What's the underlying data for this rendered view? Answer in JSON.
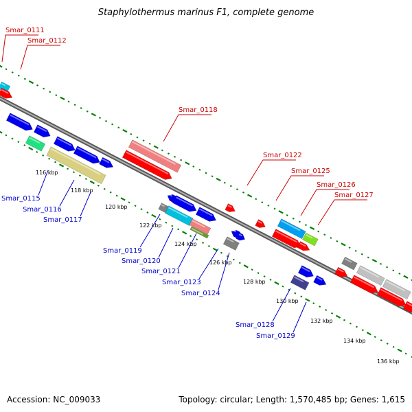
{
  "title": "Staphylothermus marinus F1, complete genome",
  "footer": {
    "accession": "Accession: NC_009033",
    "summary": "Topology: circular; Length: 1,570,485 bp; Genes: 1,615"
  },
  "colors": {
    "red": "#ff0000",
    "pink": "#f08080",
    "blue": "#0000ee",
    "cyan": "#00c0e0",
    "skyblue": "#00a0f0",
    "green": "#20e080",
    "khaki": "#d8d080",
    "gray": "#808080",
    "silver": "#c0c0c0",
    "lime": "#80e020",
    "navy": "#404090",
    "backbone": "#888888",
    "ticks": "#008000",
    "label_top": "#cc0000",
    "label_bottom": "#0000cc"
  },
  "kbp_labels": [
    "116 kbp",
    "118 kbp",
    "120 kbp",
    "122 kbp",
    "124 kbp",
    "126 kbp",
    "128 kbp",
    "130 kbp",
    "132 kbp",
    "134 kbp",
    "136 kbp"
  ],
  "genes": [
    {
      "name": "Smar_0111",
      "strand": "top"
    },
    {
      "name": "Smar_0112",
      "strand": "top"
    },
    {
      "name": "Smar_0118",
      "strand": "top"
    },
    {
      "name": "Smar_0122",
      "strand": "top"
    },
    {
      "name": "Smar_0125",
      "strand": "top"
    },
    {
      "name": "Smar_0126",
      "strand": "top"
    },
    {
      "name": "Smar_0127",
      "strand": "top"
    },
    {
      "name": "Smar_0115",
      "strand": "bottom"
    },
    {
      "name": "Smar_0116",
      "strand": "bottom"
    },
    {
      "name": "Smar_0117",
      "strand": "bottom"
    },
    {
      "name": "Smar_0119",
      "strand": "bottom"
    },
    {
      "name": "Smar_0120",
      "strand": "bottom"
    },
    {
      "name": "Smar_0121",
      "strand": "bottom"
    },
    {
      "name": "Smar_0123",
      "strand": "bottom"
    },
    {
      "name": "Smar_0124",
      "strand": "bottom"
    },
    {
      "name": "Smar_0128",
      "strand": "bottom"
    },
    {
      "name": "Smar_0129",
      "strand": "bottom"
    }
  ]
}
